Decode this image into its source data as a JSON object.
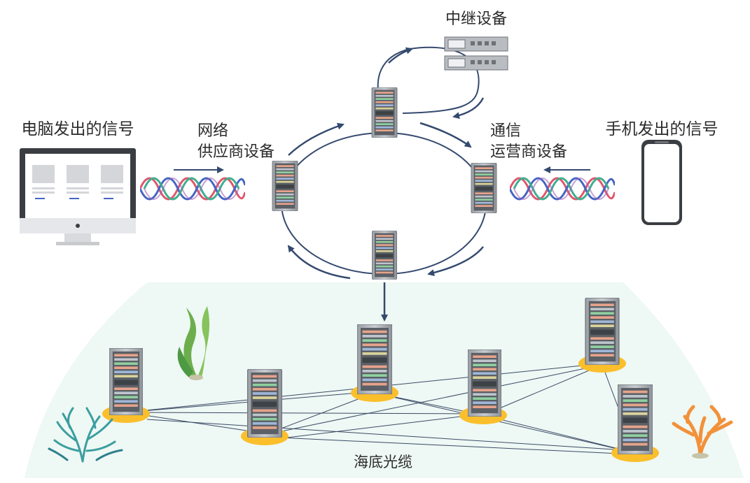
{
  "labels": {
    "relay": "中继设备",
    "pc_signal": "电脑发出的信号",
    "isp_line1": "网络",
    "isp_line2": "供应商设备",
    "carrier_line1": "通信",
    "carrier_line2": "运营商设备",
    "phone_signal": "手机发出的信号",
    "cable": "海底光缆"
  },
  "colors": {
    "arrow": "#34496e",
    "cable_line": "#3a4a66",
    "sea": "#eef8f4",
    "base": "#fbbf2c",
    "wave_red": "#e0566c",
    "wave_blue": "#4565c4",
    "wave_green": "#3fae8f",
    "coral_orange": "#f2913a",
    "seaweed_green": "#6cae4c",
    "coral_teal": "#3b9ea0"
  },
  "icons": [
    "computer-icon",
    "phone-icon",
    "server-icon",
    "router-icon",
    "seaweed-icon",
    "coral-icon",
    "wave-signal-icon"
  ]
}
